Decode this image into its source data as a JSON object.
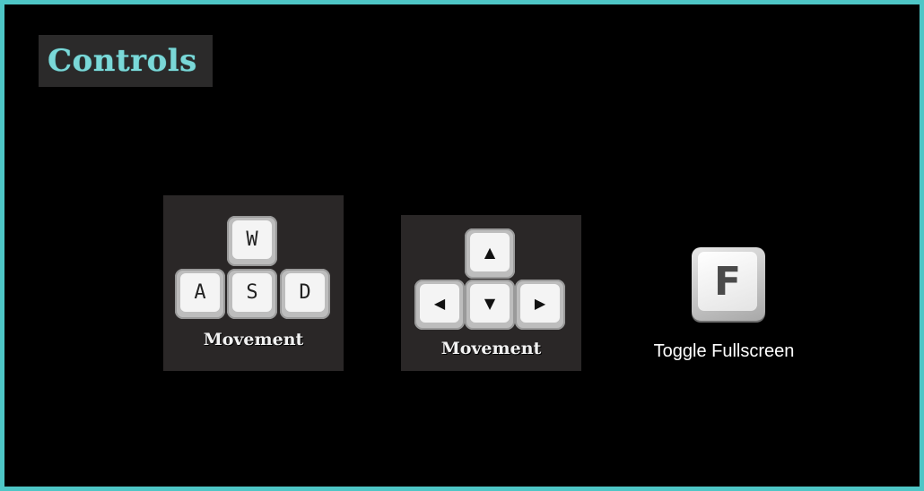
{
  "title": "Controls",
  "accent_color": "#4ec6c6",
  "controls": [
    {
      "label": "Movement",
      "keys": [
        "W",
        "A",
        "S",
        "D"
      ]
    },
    {
      "label": "Movement",
      "keys": [
        "▲",
        "◀",
        "▼",
        "▶"
      ],
      "key_icons": [
        "arrow-up-icon",
        "arrow-left-icon",
        "arrow-down-icon",
        "arrow-right-icon"
      ]
    },
    {
      "label": "Toggle Fullscreen",
      "keys": [
        "F"
      ]
    }
  ]
}
